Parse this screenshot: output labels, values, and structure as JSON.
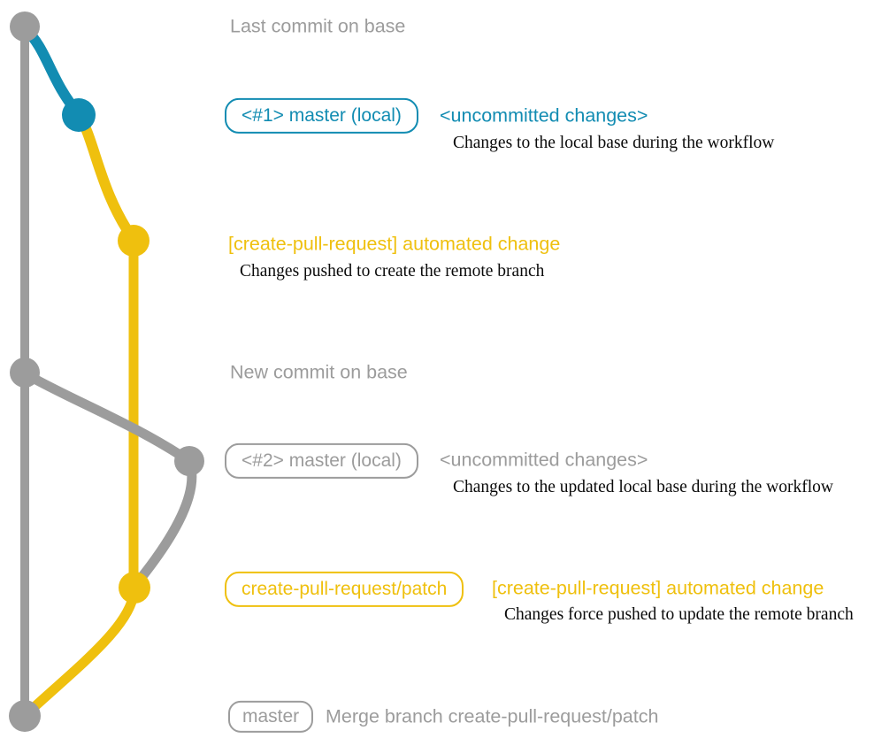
{
  "diagram_title": "create-pull-request action git workflow diagram",
  "colors": {
    "base_branch_gray": "#9c9c9c",
    "local_changes_teal": "#128cb2",
    "patch_branch_yellow": "#efc00e",
    "description_text": "#0a0a0a",
    "background": "#ffffff"
  },
  "graph": {
    "branches": [
      {
        "name": "base-branch",
        "color": "#9c9c9c"
      },
      {
        "name": "local-uncommitted-changes",
        "color": "#128cb2"
      },
      {
        "name": "create-pull-request-patch",
        "color": "#efc00e"
      }
    ],
    "commit_dots": [
      {
        "name": "last-commit-on-base",
        "color": "#9c9c9c"
      },
      {
        "name": "local-commit-1",
        "color": "#128cb2"
      },
      {
        "name": "patch-commit-1",
        "color": "#efc00e"
      },
      {
        "name": "new-commit-on-base",
        "color": "#9c9c9c"
      },
      {
        "name": "local-commit-2",
        "color": "#9c9c9c"
      },
      {
        "name": "patch-commit-2",
        "color": "#efc00e"
      },
      {
        "name": "merge-commit",
        "color": "#9c9c9c"
      }
    ]
  },
  "annotations": {
    "row1": {
      "note": "Last commit on base"
    },
    "row2": {
      "badge": "<#1> master (local)",
      "heading": "<uncommitted changes>",
      "desc": "Changes to the local base during the workflow"
    },
    "row3": {
      "heading": "[create-pull-request] automated change",
      "desc": "Changes pushed to create the remote branch"
    },
    "row4": {
      "note": "New commit on base"
    },
    "row5": {
      "badge": "<#2> master (local)",
      "heading": "<uncommitted changes>",
      "desc": "Changes to the updated local base during the workflow"
    },
    "row6": {
      "badge": "create-pull-request/patch",
      "heading": "[create-pull-request] automated change",
      "desc": "Changes force pushed to update the remote branch"
    },
    "row7": {
      "badge": "master",
      "text": "Merge branch create-pull-request/patch"
    }
  }
}
